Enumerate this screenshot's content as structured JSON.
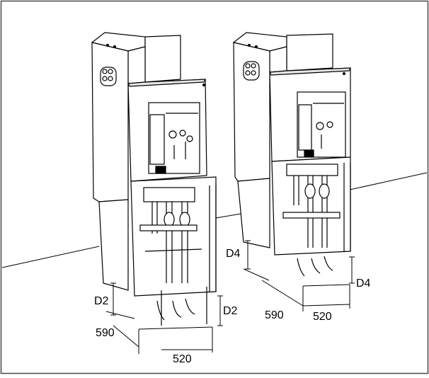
{
  "diagram": {
    "left_cabinet": {
      "height_clearance_rear": "D2",
      "height_clearance_front": "D2",
      "depth": "590",
      "width": "520"
    },
    "right_cabinet": {
      "height_clearance_rear": "D4",
      "height_clearance_front": "D4",
      "depth": "590",
      "width": "520"
    },
    "colors": {
      "line": "#000000",
      "panel": "#ffffff",
      "shade": "#e6e6e6",
      "border": "#4a4a4a"
    }
  }
}
